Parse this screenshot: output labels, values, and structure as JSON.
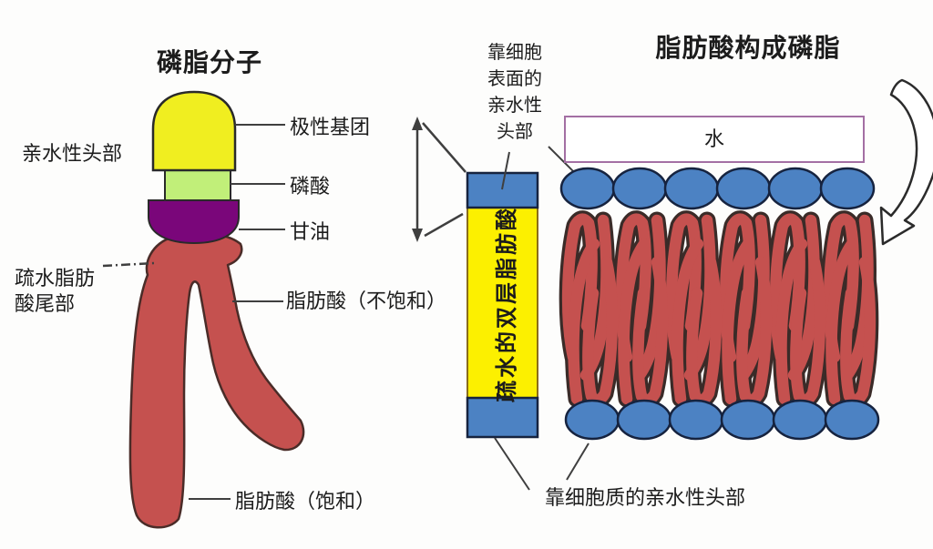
{
  "left_panel": {
    "title": "磷脂分子",
    "labels": {
      "hydrophilic_head": "亲水性头部",
      "polar_group": "极性基团",
      "phosphate": "磷酸",
      "glycerol": "甘油",
      "hydrophobic_tail": "疏水脂肪\n酸尾部",
      "fatty_acid_unsaturated": "脂肪酸（不饱和）",
      "fatty_acid_saturated": "脂肪酸（饱和）"
    }
  },
  "middle": {
    "surface_head_label": "靠细胞\n表面的\n亲水性\n头部",
    "bar_vertical_label": "疏水的双层脂肪酸"
  },
  "right_panel": {
    "title": "脂肪酸构成磷脂",
    "water_label": "水",
    "cytoplasm_head_label": "靠细胞质的亲水性头部"
  },
  "colors": {
    "polar_yellow": "#F0EE20",
    "phosphate_green": "#C1EF79",
    "glycerol_purple": "#7A067A",
    "tail_red": "#C5514F",
    "head_blue": "#4C82C3",
    "bar_yellow": "#FCF000",
    "water_border": "#A36FA3"
  }
}
